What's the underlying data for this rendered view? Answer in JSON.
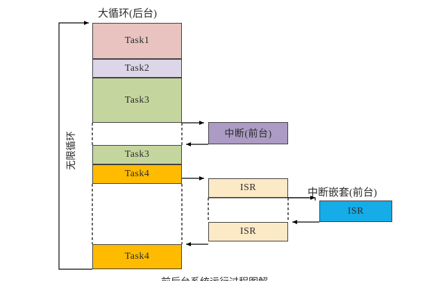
{
  "diagram": {
    "title_top": "大循环(后台)",
    "title_nested": "中断嵌套(前台)",
    "loop_label": "无限循环",
    "caption": "前后台系统运行过程图解",
    "colors": {
      "task1": "#E8C3BF",
      "task2": "#DCD6E8",
      "task3": "#C4D69E",
      "task4": "#FFBB00",
      "interrupt": "#AC9BC4",
      "isr": "#FCE9C6",
      "isr_nested": "#15ACE8",
      "stroke": "#404040",
      "arrow": "#000000"
    },
    "main_column": [
      {
        "label": "Task1",
        "color_key": "task1"
      },
      {
        "label": "Task2",
        "color_key": "task2"
      },
      {
        "label": "Task3",
        "color_key": "task3"
      },
      {
        "label": "Task3",
        "color_key": "task3"
      },
      {
        "label": "Task4",
        "color_key": "task4"
      },
      {
        "label": "Task4",
        "color_key": "task4"
      }
    ],
    "interrupt_box": {
      "label": "中断(前台)",
      "color_key": "interrupt"
    },
    "isr_boxes": [
      {
        "label": "ISR",
        "color_key": "isr"
      },
      {
        "label": "ISR",
        "color_key": "isr"
      }
    ],
    "nested_isr_box": {
      "label": "ISR",
      "color_key": "isr_nested"
    }
  }
}
